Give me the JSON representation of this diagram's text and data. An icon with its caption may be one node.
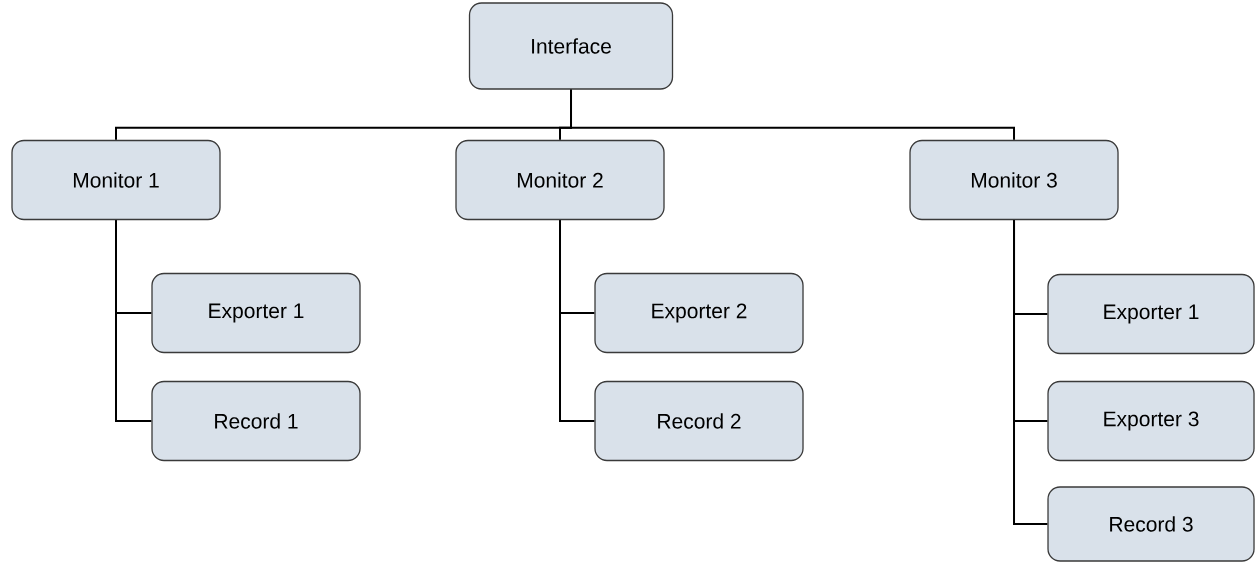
{
  "diagram": {
    "nodes": [
      {
        "text": [
          "Interface"
        ]
      },
      {
        "text": [
          "Monitor 1"
        ]
      },
      {
        "text": [
          "Monitor 2"
        ]
      },
      {
        "text": [
          "Monitor 3"
        ]
      },
      {
        "text": [
          "Exporter 1"
        ]
      },
      {
        "text": [
          "Record 1"
        ]
      },
      {
        "text": [
          "Exporter 2"
        ]
      },
      {
        "text": [
          "Record 2"
        ]
      },
      {
        "text": [
          "Exporter 1"
        ]
      },
      {
        "text": [
          "Exporter 3"
        ]
      },
      {
        "text": [
          "Record 3"
        ]
      }
    ],
    "edges": [
      {
        "from": 0,
        "to": 1,
        "arrow": "none"
      },
      {
        "from": 0,
        "to": 2,
        "arrow": "none"
      },
      {
        "from": 0,
        "to": 3,
        "arrow": "none"
      },
      {
        "from": 1,
        "to": 4,
        "arrow": "none"
      },
      {
        "from": 1,
        "to": 5,
        "arrow": "none"
      },
      {
        "from": 2,
        "to": 6,
        "arrow": "none"
      },
      {
        "from": 2,
        "to": 7,
        "arrow": "none"
      },
      {
        "from": 3,
        "to": 8,
        "arrow": "none"
      },
      {
        "from": 3,
        "to": 9,
        "arrow": "none"
      },
      {
        "from": 3,
        "to": 10,
        "arrow": "none"
      }
    ]
  }
}
